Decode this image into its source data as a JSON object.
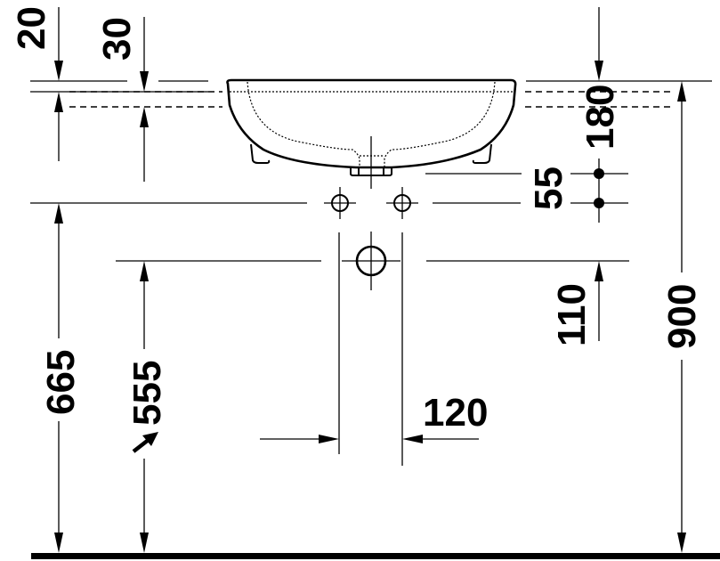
{
  "drawing": {
    "title": "Washbasin installation dimensions",
    "units": "mm",
    "colors": {
      "line": "#000000",
      "background": "#ffffff"
    }
  },
  "dimensions": {
    "rim_thickness": "20",
    "rim_to_bowl": "30",
    "basin_height": "180",
    "tap_hole_spacing": "55",
    "waste_offset": "110",
    "total_height": "900",
    "tap_height": "665",
    "waste_height": "555",
    "waste_pipe_width": "120"
  },
  "annotations": {
    "waste_height_marker": "arrow-pointer"
  },
  "elements": {
    "basin": "washbasin-front-view",
    "floor": "floor-line",
    "tap_connections": [
      "left-supply-connection",
      "right-supply-connection"
    ],
    "waste_outlet": "waste-outlet-connection"
  }
}
